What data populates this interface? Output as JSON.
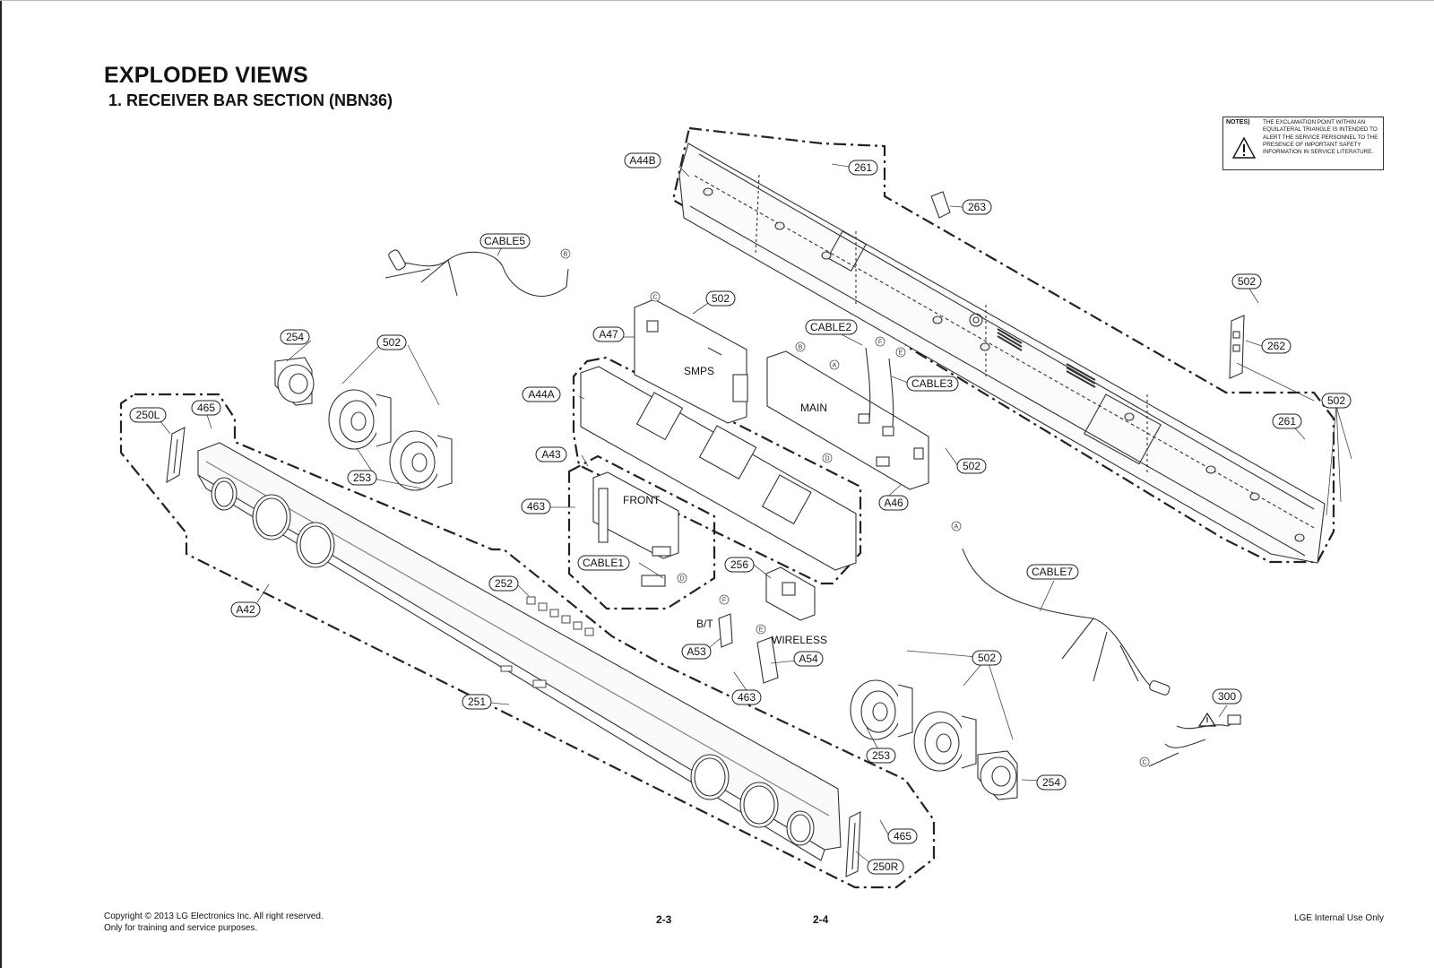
{
  "header": {
    "title": "EXPLODED VIEWS",
    "subtitle": "1. RECEIVER BAR SECTION (NBN36)"
  },
  "notes": {
    "label": "NOTES)",
    "text": "THE EXCLAMATION POINT WITHIN AN EQUILATERAL TRIANGLE IS INTENDED TO ALERT THE SERVICE PERSONNEL TO THE PRESENCE OF IMPORTANT SAFETY INFORMATION IN SERVICE LITERATURE.",
    "icon": "warning-triangle-icon"
  },
  "diagram": {
    "callouts": {
      "a44b": "A44B",
      "p261_top": "261",
      "p263": "263",
      "cable5": "CABLE5",
      "p502_a47": "502",
      "a47": "A47",
      "cable2": "CABLE2",
      "cable3": "CABLE3",
      "p502_right_top": "502",
      "p262": "262",
      "p502_right_mid": "502",
      "p261_right": "261",
      "p254_left": "254",
      "p502_left": "502",
      "p250l": "250L",
      "p465_left": "465",
      "a44a": "A44A",
      "p253_left": "253",
      "a43": "A43",
      "p463_left": "463",
      "p502_main": "502",
      "a46": "A46",
      "cable1": "CABLE1",
      "p256": "256",
      "cable7": "CABLE7",
      "a42": "A42",
      "p252": "252",
      "a53": "A53",
      "a54": "A54",
      "p463_mid": "463",
      "p502_speaker": "502",
      "p300": "300",
      "p251": "251",
      "p253_right": "253",
      "p254_right": "254",
      "p465_right": "465",
      "p250r": "250R"
    },
    "board_labels": {
      "smps": "SMPS",
      "main": "MAIN",
      "front": "FRONT",
      "bt": "B/T",
      "wireless": "WIRELESS"
    },
    "connector_points": {
      "b_cable5": "B",
      "c_a47": "C",
      "b_main": "B",
      "a_main": "A",
      "f_cable2": "F",
      "e_cable3": "E",
      "d_main": "D",
      "d_front": "D",
      "a_cable7": "A",
      "f_bt": "F",
      "e_wireless": "E",
      "c_power": "C"
    }
  },
  "footer": {
    "copyright": "Copyright © 2013 LG Electronics Inc. All right reserved.",
    "usage": "Only for training and service purposes.",
    "page_left": "2-3",
    "page_right": "2-4",
    "classification": "LGE Internal Use Only"
  }
}
